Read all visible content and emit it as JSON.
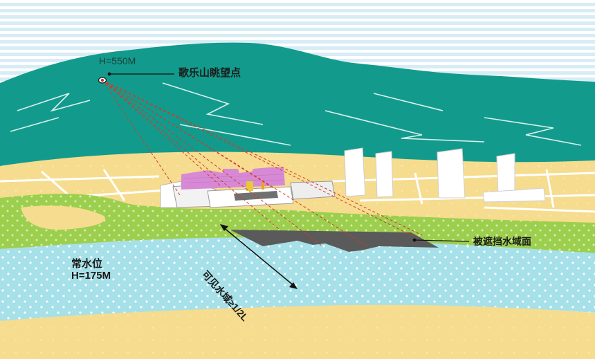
{
  "labels": {
    "elevation": "H=550M",
    "viewpoint": "歌乐山眺望点",
    "blocked_water": "被遮挡水域面",
    "normal_level_title": "常水位",
    "normal_level_value": "H=175M",
    "visible_water": "可见水域≥1/2L"
  },
  "colors": {
    "sky": "#d8ecf5",
    "sky_stripe": "#ffffff",
    "mountain": "#129b8c",
    "sand": "#f6dc8e",
    "green_bank": "#9dcf4e",
    "water": "#a6e0e8",
    "shadow": "#5a5a5a",
    "building_pink": "#d889d6",
    "sight_line": "#d23a2a"
  },
  "icons": [
    "viewpoint-eye-icon",
    "double-arrow-icon"
  ]
}
